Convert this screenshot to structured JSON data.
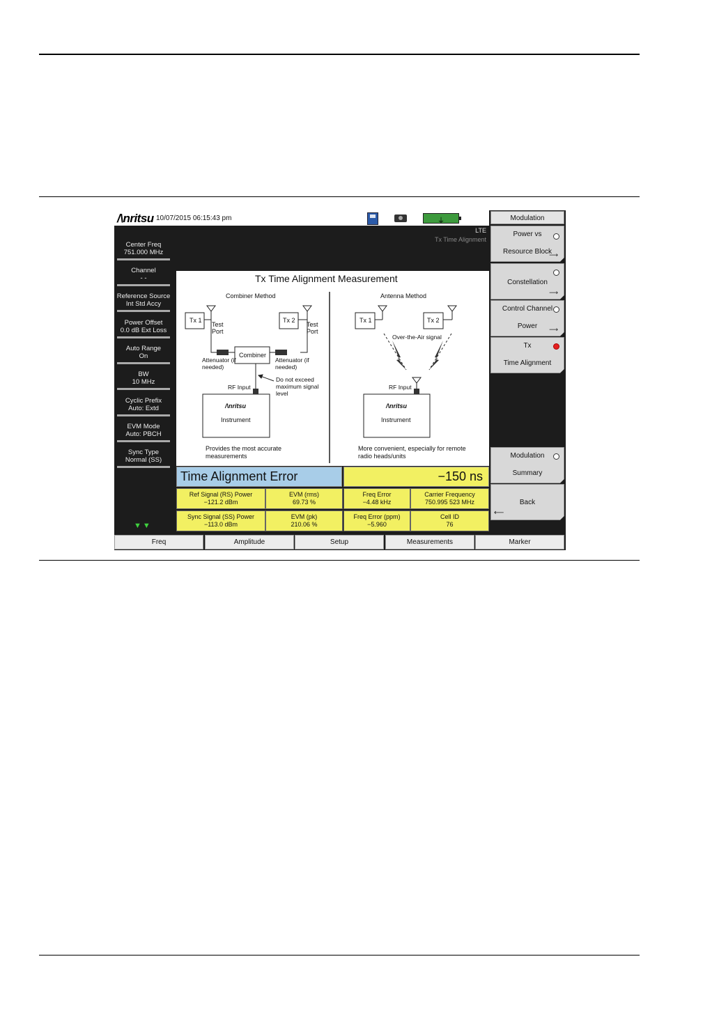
{
  "window": {
    "logo": "/\\nritsu",
    "datetime": "10/07/2015 06:15:43 pm",
    "mode": "LTE",
    "measurement": "Tx Time Alignment"
  },
  "parameters": [
    {
      "label": "Center Freq",
      "value": "751.000 MHz"
    },
    {
      "label": "Channel",
      "value": "- -"
    },
    {
      "label": "Reference Source",
      "value": "Int Std Accy"
    },
    {
      "label": "Power Offset",
      "value": "0.0 dB Ext Loss"
    },
    {
      "label": "Auto Range",
      "value": "On"
    },
    {
      "label": "BW",
      "value": "10 MHz"
    },
    {
      "label": "Cyclic Prefix",
      "value": "Auto: Extd"
    },
    {
      "label": "EVM Mode",
      "value": "Auto: PBCH"
    },
    {
      "label": "Sync Type",
      "value": "Normal (SS)"
    }
  ],
  "diagram": {
    "title": "Tx Time Alignment Measurement",
    "combiner": {
      "heading": "Combiner Method",
      "tx1": "Tx 1",
      "tx2": "Tx 2",
      "test_port": "Test Port",
      "attenuator": "Attenuator (if needed)",
      "combiner": "Combiner",
      "rf_input": "RF Input",
      "warning": "Do not exceed maximum signal level",
      "instrument_logo": "/\\nritsu",
      "instrument": "Instrument",
      "note": "Provides the most accurate measurements"
    },
    "antenna": {
      "heading": "Antenna Method",
      "tx1": "Tx 1",
      "tx2": "Tx 2",
      "ota": "Over-the-Air signal",
      "rf_input": "RF Input",
      "instrument_logo": "/\\nritsu",
      "instrument": "Instrument",
      "note": "More convenient, especially for remote radio heads/units"
    }
  },
  "results": {
    "time_alignment_error": {
      "label": "Time Alignment Error",
      "value": "−150 ns"
    },
    "cells": [
      {
        "label": "Ref Signal (RS) Power",
        "value": "−121.2 dBm"
      },
      {
        "label": "EVM (rms)",
        "value": "69.73 %"
      },
      {
        "label": "Freq Error",
        "value": "−4.48 kHz"
      },
      {
        "label": "Carrier Frequency",
        "value": "750.995 523 MHz"
      },
      {
        "label": "Sync Signal (SS) Power",
        "value": "−113.0 dBm"
      },
      {
        "label": "EVM (pk)",
        "value": "210.06 %"
      },
      {
        "label": "Freq Error (ppm)",
        "value": "−5.960"
      },
      {
        "label": "Cell ID",
        "value": "76"
      }
    ]
  },
  "softkeys": {
    "menu_title": "Modulation",
    "items": [
      {
        "line1": "Power vs",
        "line2": "Resource Block",
        "radio": "off",
        "submenu": true
      },
      {
        "line1": "",
        "line2": "Constellation",
        "radio": "off",
        "submenu": true
      },
      {
        "line1": "Control Channel",
        "line2": "Power",
        "radio": "off",
        "submenu": true
      },
      {
        "line1": "Tx",
        "line2": "Time Alignment",
        "radio": "on",
        "submenu": false
      },
      {
        "line1": "Modulation",
        "line2": "Summary",
        "radio": "off",
        "submenu": false
      },
      {
        "line1": "Back",
        "line2": "",
        "radio": "none",
        "submenu": false
      }
    ]
  },
  "bottom_menu": [
    "Freq",
    "Amplitude",
    "Setup",
    "Measurements",
    "Marker"
  ],
  "icons": {
    "save": "save-icon",
    "camera": "camera-icon",
    "battery": "battery-charging-icon",
    "antenna": "antenna-icon",
    "submenu_arrow": "⟶",
    "back_arrow": "⟵"
  },
  "colors": {
    "screen_bg": "#1c1c1c",
    "result_yellow": "#f2f062",
    "label_blue": "#a8cde8",
    "radio_active": "#e52020",
    "battery_green": "#3d9a3d"
  }
}
